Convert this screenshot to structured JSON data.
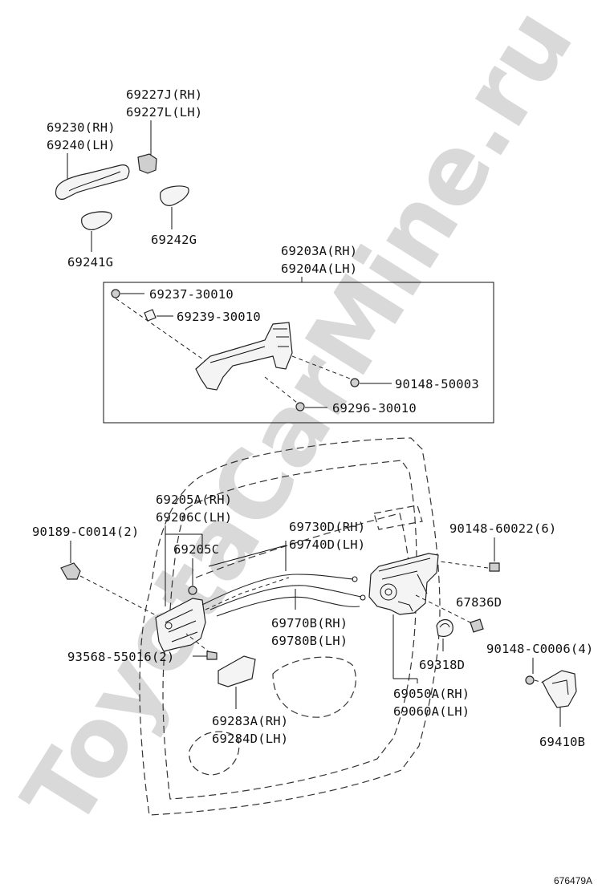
{
  "watermark": "ToyotaCarMine.ru",
  "figure_number": "676479A",
  "labels": {
    "p69227j": "69227J(RH)",
    "p69227l": "69227L(LH)",
    "p69230": "69230(RH)",
    "p69240": "69240(LH)",
    "p69242g": "69242G",
    "p69241g": "69241G",
    "p69203a": "69203A(RH)",
    "p69204a": "69204A(LH)",
    "p69237": "69237-30010",
    "p69239": "69239-30010",
    "p90148_50003": "90148-50003",
    "p69296": "69296-30010",
    "p69205a": "69205A(RH)",
    "p69206c": "69206C(LH)",
    "p69205c": "69205C",
    "p90189": "90189-C0014(2)",
    "p69730d": "69730D(RH)",
    "p69740d": "69740D(LH)",
    "p90148_60022": "90148-60022(6)",
    "p67836d": "67836D",
    "p90148_c0006": "90148-C0006(4)",
    "p69770b": "69770B(RH)",
    "p69780b": "69780B(LH)",
    "p93568": "93568-55016(2)",
    "p69318d": "69318D",
    "p69050a": "69050A(RH)",
    "p69060a": "69060A(LH)",
    "p69410b": "69410B",
    "p69283a": "69283A(RH)",
    "p69284d": "69284D(LH)"
  }
}
